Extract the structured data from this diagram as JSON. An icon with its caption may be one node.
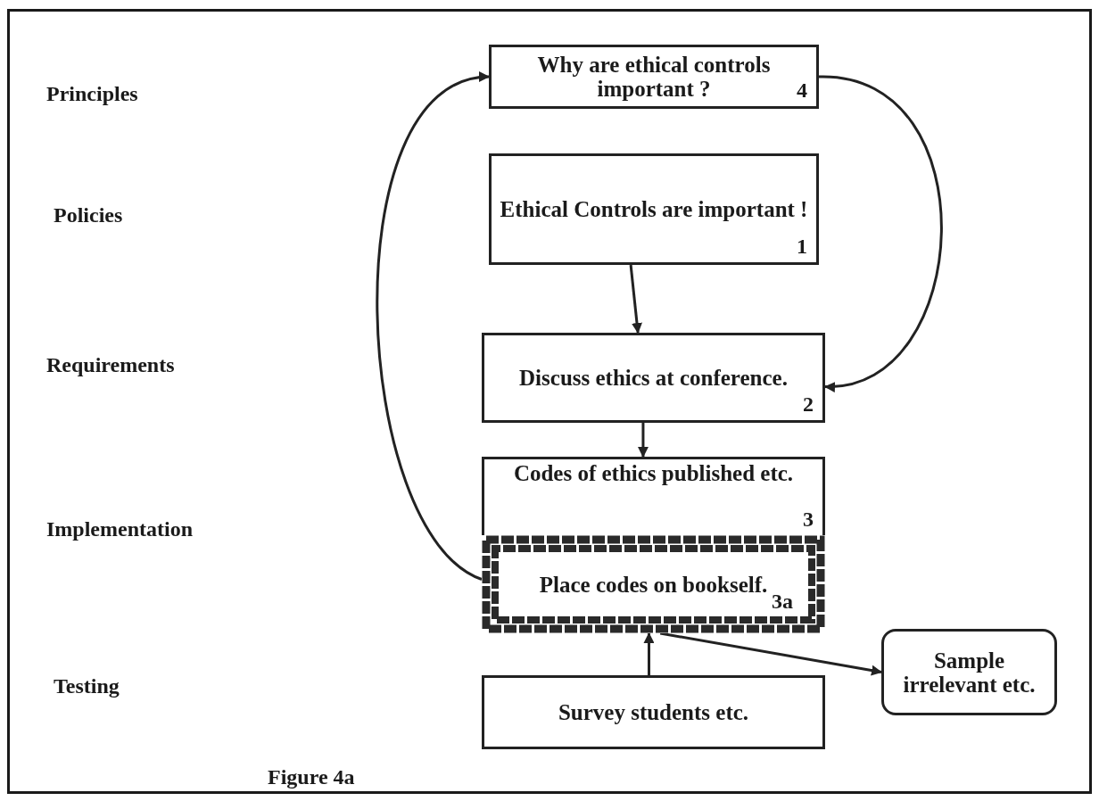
{
  "diagram": {
    "caption": "Figure 4a",
    "nodes": [
      {
        "text": [
          "Why are ethical controls important ?",
          "4"
        ]
      },
      {
        "text": [
          "Ethical Controls are important !",
          "1"
        ]
      },
      {
        "text": [
          "Discuss ethics at conference.",
          "2"
        ]
      },
      {
        "text": [
          "Codes of ethics published etc.",
          "3"
        ]
      },
      {
        "text": [
          "Place codes on bookself.",
          "3a"
        ]
      },
      {
        "text": [
          "Survey students etc."
        ]
      },
      {
        "text": [
          "Sample irrelevant etc."
        ]
      }
    ],
    "edges": [
      {
        "from": 4,
        "to": 0,
        "arrow": "to"
      },
      {
        "from": 0,
        "to": 2,
        "arrow": "to"
      },
      {
        "from": 1,
        "to": 2,
        "arrow": "to"
      },
      {
        "from": 2,
        "to": 3,
        "arrow": "to"
      },
      {
        "from": 5,
        "to": 4,
        "arrow": "to"
      },
      {
        "from": 4,
        "to": 6,
        "arrow": "to"
      }
    ],
    "labels": [
      "Principles",
      "Policies",
      "Requirements",
      "Implementation",
      "Testing"
    ]
  }
}
